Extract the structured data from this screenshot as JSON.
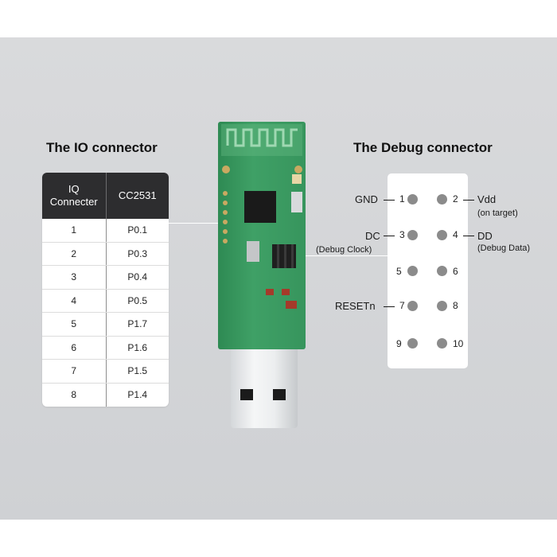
{
  "io_title": "The IO connector",
  "debug_title": "The Debug connector",
  "io_table": {
    "headers": [
      "IQ\nConnecter",
      "CC2531"
    ],
    "rows": [
      [
        "1",
        "P0.1"
      ],
      [
        "2",
        "P0.3"
      ],
      [
        "3",
        "P0.4"
      ],
      [
        "4",
        "P0.5"
      ],
      [
        "5",
        "P1.7"
      ],
      [
        "6",
        "P1.6"
      ],
      [
        "7",
        "P1.5"
      ],
      [
        "8",
        "P1.4"
      ]
    ]
  },
  "debug": {
    "pins": [
      "1",
      "2",
      "3",
      "4",
      "5",
      "6",
      "7",
      "8",
      "9",
      "10"
    ],
    "labels": {
      "gnd": "GND",
      "vdd": "Vdd",
      "vdd_sub": "(on target)",
      "dc": "DC",
      "dc_sub": "(Debug Clock)",
      "dd": "DD",
      "dd_sub": "(Debug Data)",
      "reset": "RESETn"
    }
  },
  "colors": {
    "table_header": "#2d2d2f",
    "pcb": "#3a9a60",
    "pin_dot": "#8b8b8b",
    "background": "#d5d7da"
  }
}
